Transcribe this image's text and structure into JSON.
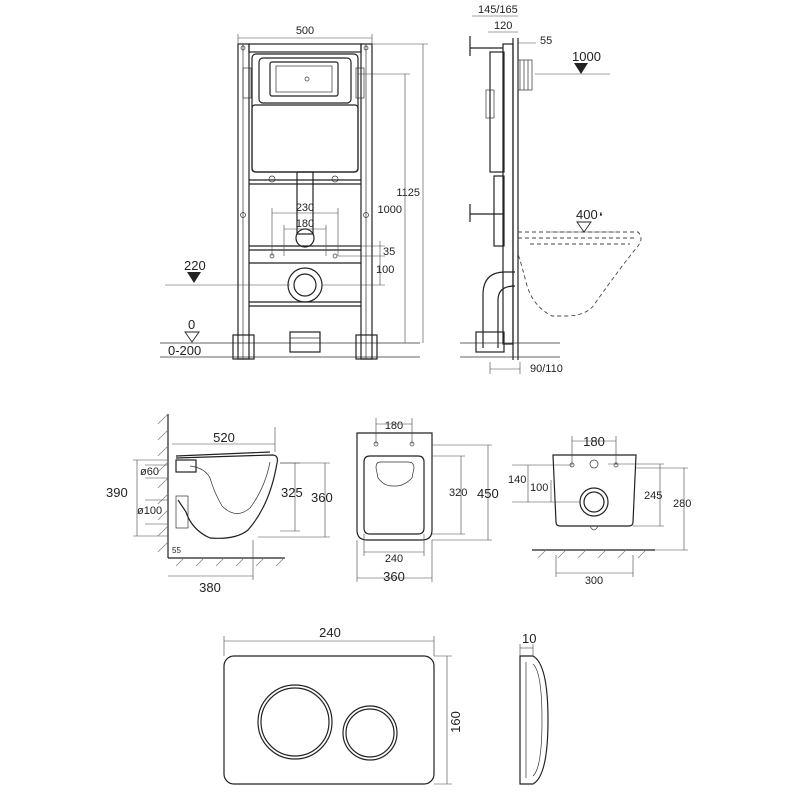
{
  "frame_front": {
    "width": "500",
    "height_1125": "1125",
    "height_1000": "1000",
    "dim_230": "230",
    "dim_180": "180",
    "dim_35": "35",
    "dim_100": "100",
    "level_220": "220",
    "level_0": "0",
    "level_0_200": "0-200"
  },
  "frame_side": {
    "depth_145_165": "145/165",
    "depth_120": "120",
    "dim_55": "55",
    "level_1000": "1000",
    "level_400": "400",
    "dim_90_110": "90/110"
  },
  "bowl_side": {
    "length_520": "520",
    "height_390": "390",
    "dia_60": "ø60",
    "dia_100": "ø100",
    "height_325": "325",
    "height_360": "360",
    "dim_55": "55",
    "length_380": "380"
  },
  "bowl_top": {
    "dim_180": "180",
    "dim_320": "320",
    "dim_450": "450",
    "dim_240": "240",
    "dim_360": "360"
  },
  "bowl_back": {
    "dim_180": "180",
    "dim_140": "140",
    "dim_100": "100",
    "dim_245": "245",
    "dim_280": "280",
    "dim_300": "300"
  },
  "flush_plate": {
    "width_240": "240",
    "height_160": "160",
    "depth_10": "10"
  }
}
